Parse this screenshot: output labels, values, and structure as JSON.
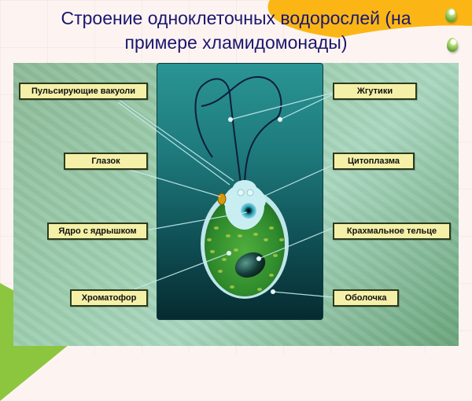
{
  "slide": {
    "title_line1": "Строение одноклеточных водорослей (на",
    "title_line2": "примере хламидомонады)"
  },
  "colors": {
    "title": "#1b1670",
    "accent_yellow": "#fbb615",
    "accent_green": "#8cc63f",
    "label_fill": "#f4f0a8",
    "label_border": "#2c3a1c",
    "cell_bg_top": "#2a9494",
    "cell_bg_bottom": "#062b30"
  },
  "diagram": {
    "subject": "Хламидомонада",
    "labels_left": [
      {
        "id": "vacuoles",
        "text": "Пульсирующие вакуоли"
      },
      {
        "id": "eyespot",
        "text": "Глазок"
      },
      {
        "id": "nucleus",
        "text": "Ядро с ядрышком"
      },
      {
        "id": "chromatophore",
        "text": "Хроматофор"
      }
    ],
    "labels_right": [
      {
        "id": "flagella",
        "text": "Жгутики"
      },
      {
        "id": "cytoplasm",
        "text": "Цитоплазма"
      },
      {
        "id": "starch",
        "text": "Крахмальное тельце"
      },
      {
        "id": "membrane",
        "text": "Оболочка"
      }
    ]
  }
}
